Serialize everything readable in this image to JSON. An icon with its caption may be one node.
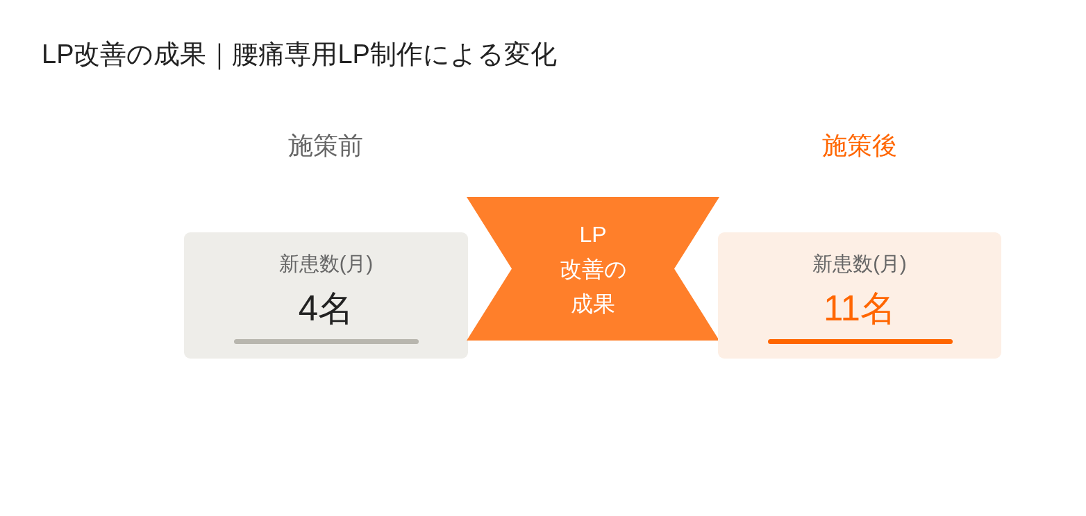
{
  "diagram": {
    "title": "LP改善の成果｜腰痛専用LP制作による変化",
    "nodes": [
      {
        "text": [
          "新患数(月)",
          "4名"
        ]
      },
      {
        "text": [
          "LP改善の成果"
        ]
      },
      {
        "text": [
          "新患数(月)",
          "11名"
        ]
      }
    ],
    "labels": [
      "施策前",
      "施策後"
    ]
  }
}
